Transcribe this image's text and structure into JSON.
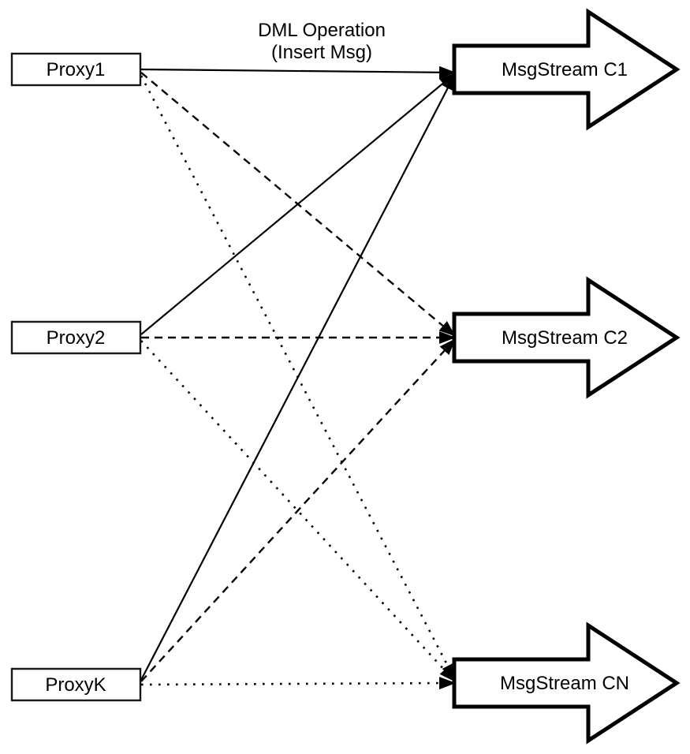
{
  "diagram": {
    "title": {
      "line1": "DML Operation",
      "line2": "(Insert Msg)"
    },
    "proxies": [
      {
        "label": "Proxy1"
      },
      {
        "label": "Proxy2"
      },
      {
        "label": "ProxyK"
      }
    ],
    "streams": [
      {
        "label": "MsgStream C1"
      },
      {
        "label": "MsgStream C2"
      },
      {
        "label": "MsgStream CN"
      }
    ],
    "edges": [
      {
        "from": "Proxy1",
        "to": "MsgStream C1",
        "style": "solid"
      },
      {
        "from": "Proxy2",
        "to": "MsgStream C1",
        "style": "solid"
      },
      {
        "from": "ProxyK",
        "to": "MsgStream C1",
        "style": "solid"
      },
      {
        "from": "Proxy1",
        "to": "MsgStream C2",
        "style": "dashed"
      },
      {
        "from": "Proxy2",
        "to": "MsgStream C2",
        "style": "dashed"
      },
      {
        "from": "ProxyK",
        "to": "MsgStream C2",
        "style": "dashed"
      },
      {
        "from": "Proxy1",
        "to": "MsgStream CN",
        "style": "dotted"
      },
      {
        "from": "Proxy2",
        "to": "MsgStream CN",
        "style": "dotted"
      },
      {
        "from": "ProxyK",
        "to": "MsgStream CN",
        "style": "dotted"
      }
    ],
    "colors": {
      "stroke": "#000000",
      "background": "#ffffff"
    }
  }
}
